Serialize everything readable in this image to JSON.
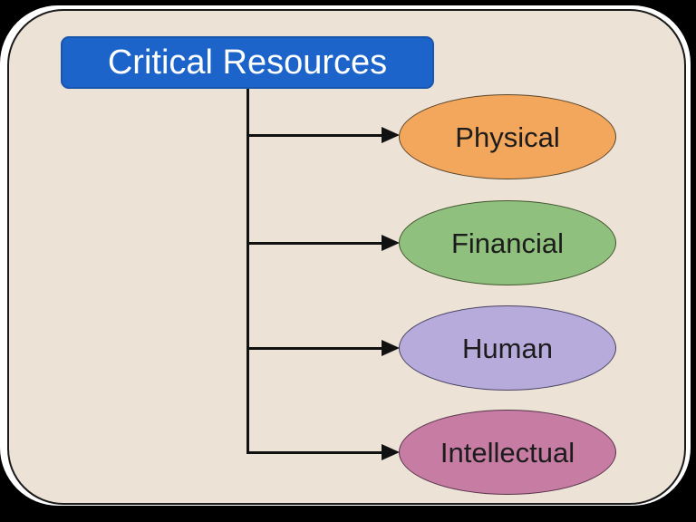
{
  "diagram": {
    "title": {
      "label": "Critical Resources",
      "bg": "#1C63CA",
      "text_color": "#FFFFFF"
    },
    "nodes": [
      {
        "label": "Physical",
        "fill": "#F3A75C",
        "border": "#59452B"
      },
      {
        "label": "Financial",
        "fill": "#90C07D",
        "border": "#41542F"
      },
      {
        "label": "Human",
        "fill": "#B6ABDB",
        "border": "#474060"
      },
      {
        "label": "Intellectual",
        "fill": "#C67CA3",
        "border": "#57344A"
      }
    ],
    "colors": {
      "slide_bg": "#EDE2D6",
      "slide_border": "#1A1A1A",
      "connector": "#111111",
      "mat": "#FFFFFF",
      "outer_bg": "#000000"
    }
  }
}
